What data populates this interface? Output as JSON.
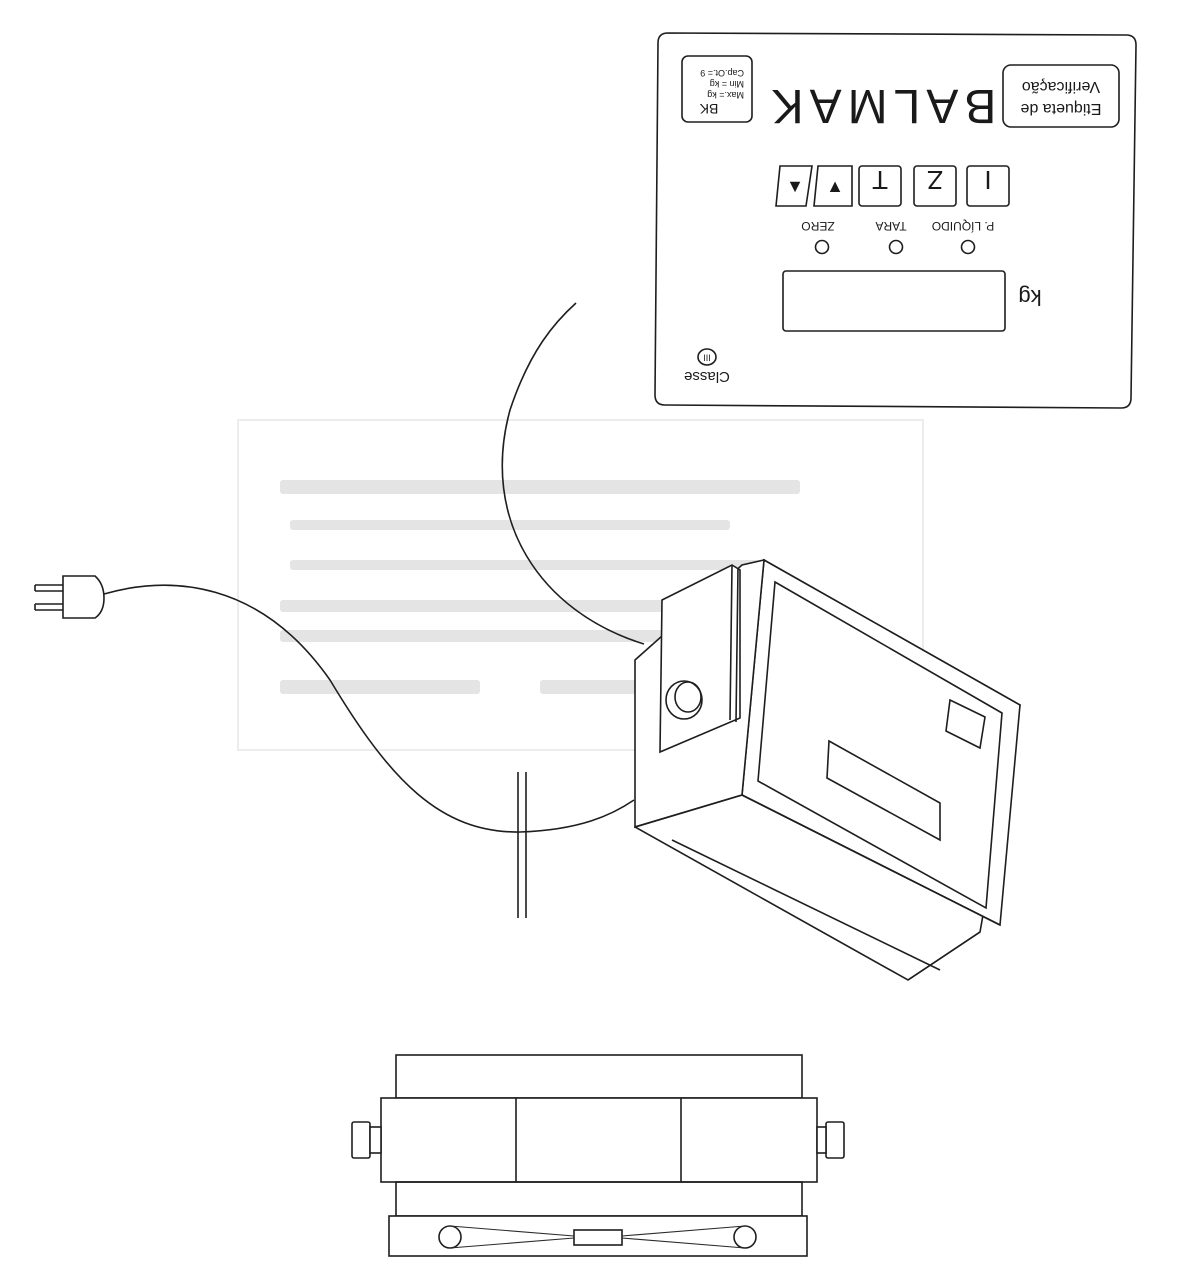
{
  "panel": {
    "brand": "BALMAK",
    "model_code": "BK",
    "spec_label_1": "Cap.Ot.= 9",
    "spec_label_2": "Min = kg",
    "spec_label_3": "Max.= kg",
    "verification_label_line1": "Verificação",
    "verification_label_line2": "Etiqueta de",
    "keys": [
      "▼",
      "▲",
      "T",
      "Z",
      "I"
    ],
    "indicators": [
      "ZERO",
      "TARA",
      "P. LÍQUIDO"
    ],
    "display_unit": "kg",
    "class_label": "Classe",
    "class_symbol": "III"
  },
  "colors": {
    "line": "#1e1e1e",
    "paper": "#ffffff",
    "bleed_through": "#e4e4e4"
  }
}
